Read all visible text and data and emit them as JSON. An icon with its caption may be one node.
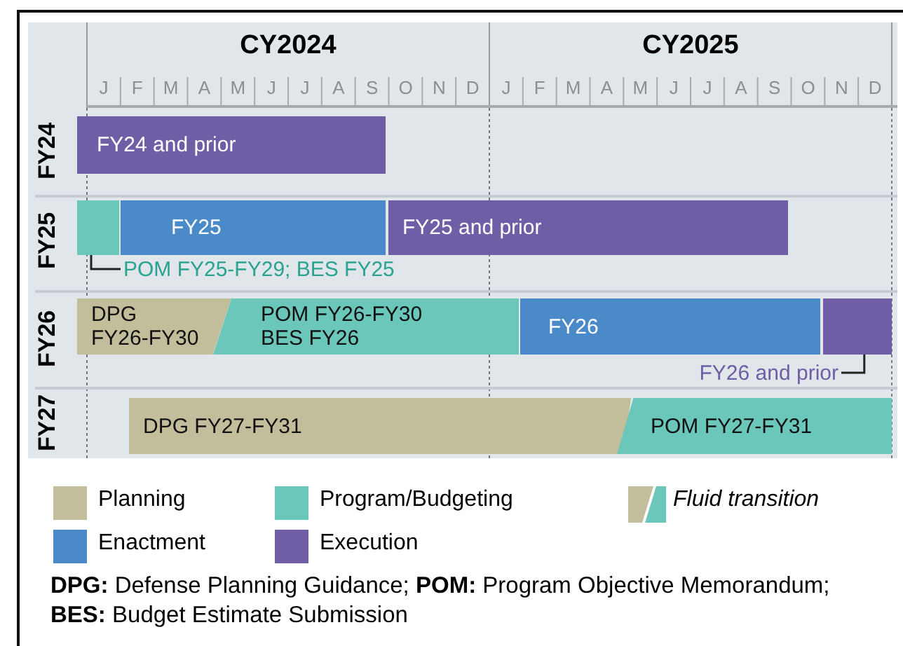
{
  "diagram": {
    "nodes": [
      {
        "text": [
          "FY24 and prior"
        ]
      },
      {
        "text": [],
        "shape": "bar"
      },
      {
        "text": [
          "FY25"
        ]
      },
      {
        "text": [
          "FY25 and prior"
        ]
      },
      {
        "text": [
          "POM FY25-FY29; BES FY25"
        ]
      },
      {
        "text": [
          "DPG FY26-FY30"
        ]
      },
      {
        "text": [
          "POM FY26-FY30 BES FY26"
        ]
      },
      {
        "text": [
          "FY26"
        ]
      },
      {
        "text": [],
        "shape": "bar"
      },
      {
        "text": [
          "FY26 and prior"
        ]
      },
      {
        "text": [
          "DPG FY27-FY31"
        ]
      },
      {
        "text": [
          "POM FY27-FY31"
        ]
      }
    ],
    "edges": [
      {
        "from": 4,
        "to": 1,
        "arrow": "none"
      },
      {
        "from": 9,
        "to": 8,
        "arrow": "none"
      }
    ],
    "labels": [
      "CY2024",
      "CY2025",
      "J",
      "F",
      "M",
      "A",
      "M",
      "J",
      "J",
      "A",
      "S",
      "O",
      "N",
      "D",
      "J",
      "F",
      "M",
      "A",
      "M",
      "J",
      "J",
      "A",
      "S",
      "O",
      "N",
      "D",
      "FY24",
      "FY25",
      "FY26",
      "FY27",
      "**DPG:** Defense Planning Guidance; **POM:** Program Objective Memorandum; **BES:** Budget Estimate Submission"
    ],
    "legend": [
      {
        "text": "Planning",
        "color": "#c2bd9a"
      },
      {
        "text": "Program/Budgeting",
        "color": "#6cc7bb"
      },
      {
        "text": "Fluid transition"
      },
      {
        "text": "Enactment",
        "color": "#4a8ac8"
      },
      {
        "text": "Execution",
        "color": "#6f5ea6"
      }
    ]
  }
}
